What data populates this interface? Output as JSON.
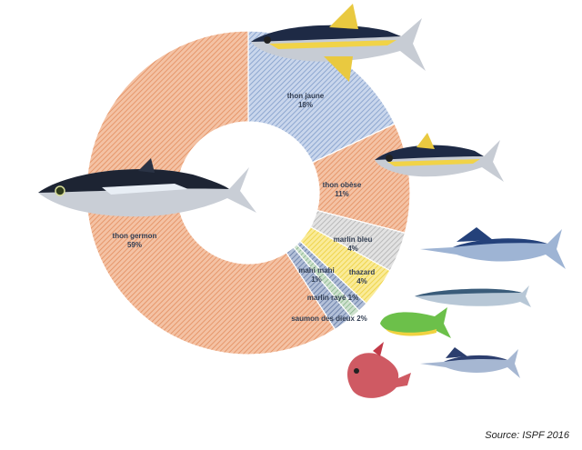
{
  "chart_data": {
    "type": "pie",
    "donut": true,
    "categories": [
      "thon germon",
      "thon jaune",
      "thon obèse",
      "marlin bleu",
      "thazard",
      "mahi mahi",
      "marlin rayé",
      "saumon des dieux"
    ],
    "values": [
      59,
      18,
      11,
      4,
      4,
      1,
      1,
      2
    ],
    "labels": [
      "59%",
      "18%",
      "11%",
      "4%",
      "4%",
      "1%",
      "1%",
      "2%"
    ],
    "colors": [
      "#e9a27a",
      "#9fb4d6",
      "#e9a27a",
      "#c8c8c8",
      "#f5dc59",
      "#9fb4d6",
      "#9fc3a0",
      "#7f93b8"
    ]
  },
  "source": "Source: ISPF 2016",
  "icons": [
    "albacore-tuna-icon",
    "yellowfin-tuna-icon",
    "bigeye-tuna-icon",
    "blue-marlin-icon",
    "wahoo-icon",
    "mahi-mahi-icon",
    "striped-marlin-icon",
    "opah-icon"
  ]
}
